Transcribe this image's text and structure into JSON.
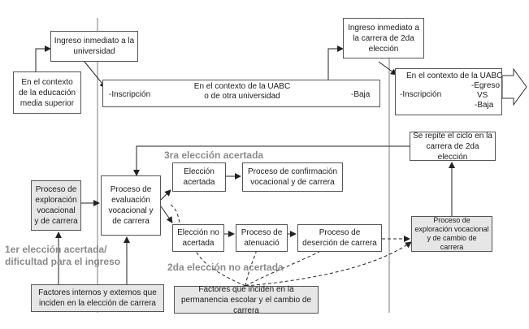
{
  "boxes": {
    "ingreso_universidad": "Ingreso inmediato a la universidad",
    "contexto_media": "En el contexto de la educación media superior",
    "contexto_uabc1": "En el contexto de la UABC o de otra universidad",
    "inscripcion1": "-Inscripción",
    "baja1": "-Baja",
    "ingreso_2da": "Ingreso inmediato a la carrera de 2da elección",
    "contexto_uabc2": "En el contexto de la UABC",
    "inscripcion2": "-Inscripción",
    "egreso": "-Egreso",
    "vs": "VS",
    "baja2": "-Baja",
    "ciclo": "Se repite el ciclo en la carrera de 2da elección",
    "exploracion": "Proceso de exploración vocacional y de carrera",
    "evaluacion": "Proceso de evaluación vocacional y de carrera",
    "eleccion_acertada": "Elección acertada",
    "confirmacion": "Proceso de confirmación vocacional y de carrera",
    "eleccion_no_acertada": "Elección no acertada",
    "atenuacion": "Proceso de atenuació",
    "desercion": "Proceso de deserción de carrera",
    "exploracion_cambio": "Proceso de exploración vocacional y de cambio de carrera",
    "factores_eleccion": "Factores internos y externos que inciden en la elección de carrera",
    "factores_permanencia": "Factores que inciden en la permanencia escolar y el cambio de carrera"
  },
  "headings": {
    "tercera": "3ra elección acertada",
    "primera": "1er elección acertada/ dificultad para el ingreso",
    "segunda": "2da elección no acertada"
  }
}
